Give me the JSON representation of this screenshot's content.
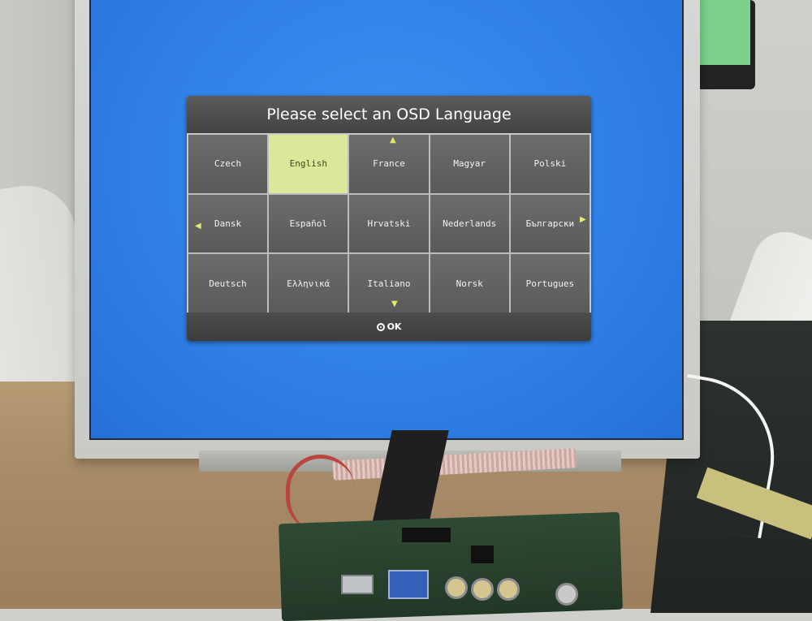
{
  "osd": {
    "title": "Please select an OSD Language",
    "languages": [
      "Czech",
      "English",
      "France",
      "Magyar",
      "Polski",
      "Dansk",
      "Español",
      "Hrvatski",
      "Nederlands",
      "Български",
      "Deutsch",
      "Ελληνικά",
      "Italiano",
      "Norsk",
      "Portugues"
    ],
    "selected": "English",
    "footer_ok_label": "OK",
    "colors": {
      "screen_blue": "#2f7fe6",
      "panel_gray": "#5a5a5a",
      "title_bar": "#4a4a4a",
      "selected_cell": "#dbe89a",
      "arrow": "#e4ea6a"
    },
    "icons": {
      "up": "triangle-up-icon",
      "down": "triangle-down-icon",
      "left": "triangle-left-icon",
      "right": "triangle-right-icon",
      "ok": "ok-circle-icon"
    }
  }
}
